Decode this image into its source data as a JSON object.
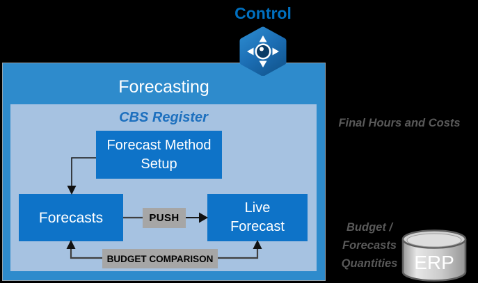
{
  "header": {
    "title": "Control"
  },
  "forecasting": {
    "title": "Forecasting"
  },
  "cbs_register": {
    "title": "CBS Register"
  },
  "nodes": {
    "forecast_method_setup": "Forecast Method Setup",
    "forecasts": "Forecasts",
    "live_forecast": "Live Forecast"
  },
  "flow_labels": {
    "push": "PUSH",
    "budget_comparison": "BUDGET COMPARISON"
  },
  "annotations": {
    "final_hours": "Final Hours and Costs",
    "budget": [
      "Budget /",
      "Forecasts",
      "Quantities"
    ]
  },
  "erp": {
    "label": "ERP"
  },
  "icons": {
    "control": "hexagon-navigation-icon",
    "erp": "database-cylinder-icon"
  },
  "colors": {
    "background": "#000000",
    "outer_box_blue": "#2E8BCC",
    "inner_box_blue": "#A6C2E1",
    "node_blue": "#0E73C8",
    "label_gray": "#A6A6A6",
    "control_text_blue": "#0070C0",
    "side_text_gray": "#595959",
    "connector_dark": "#3F3F3F"
  }
}
